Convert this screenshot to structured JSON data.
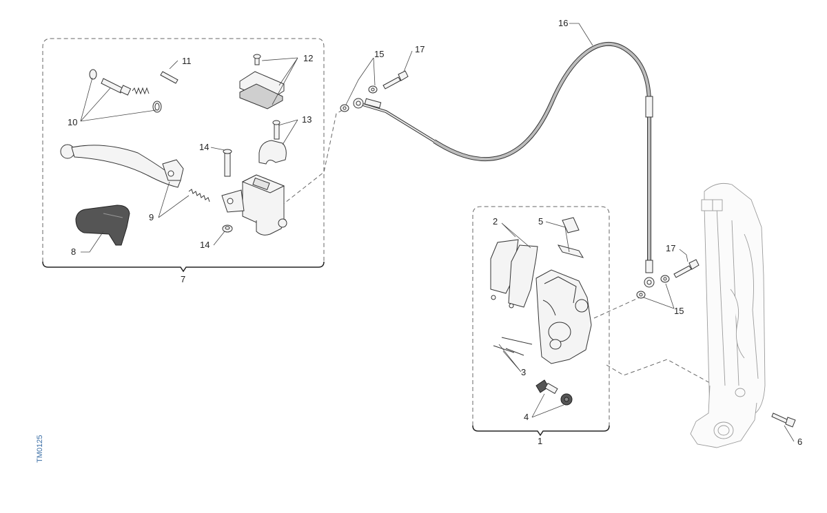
{
  "labels": {
    "l1": "1",
    "l2": "2",
    "l3": "3",
    "l4": "4",
    "l5": "5",
    "l6": "6",
    "l7": "7",
    "l8": "8",
    "l9": "9",
    "l10": "10",
    "l11": "11",
    "l12": "12",
    "l13": "13",
    "l14a": "14",
    "l14b": "14",
    "l15a": "15",
    "l15b": "15",
    "l16": "16",
    "l17a": "17",
    "l17b": "17"
  },
  "drawing_code": "TM0125",
  "colors": {
    "code_text": "#3a6ea5",
    "line": "#333333",
    "hose": "#bdbdbd"
  }
}
